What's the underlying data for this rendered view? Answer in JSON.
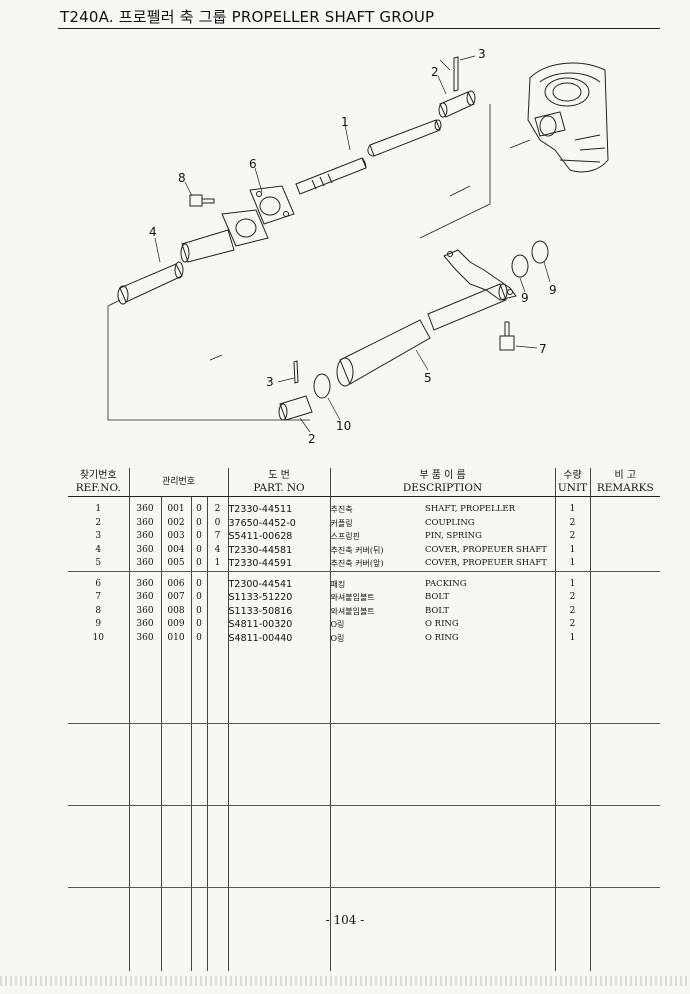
{
  "title": "T240A. 프로펠러 축 그룹 PROPELLER SHAFT GROUP",
  "callouts": {
    "c1": "1",
    "c2a": "2",
    "c3a": "3",
    "c4": "4",
    "c6": "6",
    "c8": "8",
    "c9a": "9",
    "c9b": "9",
    "c7": "7",
    "c5": "5",
    "c3b": "3",
    "c10": "10",
    "c2b": "2"
  },
  "table": {
    "headers": {
      "ref_ko": "찾기번호",
      "ref_en": "REF.NO.",
      "mgmt_ko": "관리번호",
      "part_ko": "도 번",
      "part_en": "PART. NO",
      "desc_ko": "부 품 이 름",
      "desc_en": "DESCRIPTION",
      "unit_ko": "수량",
      "unit_en": "UNIT",
      "rem_ko": "비 고",
      "rem_en": "REMARKS"
    },
    "rows": [
      {
        "ref": "1",
        "m1": "360",
        "m2": "001",
        "m3": "0",
        "m4": "2",
        "part": "T2330-44511",
        "kr": "추진축",
        "en": "SHAFT, PROPELLER",
        "unit": "1"
      },
      {
        "ref": "2",
        "m1": "360",
        "m2": "002",
        "m3": "0",
        "m4": "0",
        "part": "37650-4452-0",
        "kr": "커플링",
        "en": "COUPLING",
        "unit": "2"
      },
      {
        "ref": "3",
        "m1": "360",
        "m2": "003",
        "m3": "0",
        "m4": "7",
        "part": "S5411-00628",
        "kr": "스프링핀",
        "en": "PIN, SPRING",
        "unit": "2"
      },
      {
        "ref": "4",
        "m1": "360",
        "m2": "004",
        "m3": "0",
        "m4": "4",
        "part": "T2330-44581",
        "kr": "추진축 커버(뒤)",
        "en": "COVER, PROPEUER SHAFT",
        "unit": "1"
      },
      {
        "ref": "5",
        "m1": "360",
        "m2": "005",
        "m3": "0",
        "m4": "1",
        "part": "T2330-44591",
        "kr": "추진축 커버(앞)",
        "en": "COVER, PROPEUER SHAFT",
        "unit": "1"
      },
      {
        "ref": "6",
        "m1": "360",
        "m2": "006",
        "m3": "0",
        "m4": "",
        "part": "T2300-44541",
        "kr": "패킹",
        "en": "PACKING",
        "unit": "1"
      },
      {
        "ref": "7",
        "m1": "360",
        "m2": "007",
        "m3": "0",
        "m4": "",
        "part": "S1133-51220",
        "kr": "와셔붙임볼트",
        "en": "BOLT",
        "unit": "2"
      },
      {
        "ref": "8",
        "m1": "360",
        "m2": "008",
        "m3": "0",
        "m4": "",
        "part": "S1133-50816",
        "kr": "와셔붙임볼트",
        "en": "BOLT",
        "unit": "2"
      },
      {
        "ref": "9",
        "m1": "360",
        "m2": "009",
        "m3": "0",
        "m4": "",
        "part": "S4811-00320",
        "kr": "O링",
        "en": "O RING",
        "unit": "2"
      },
      {
        "ref": "10",
        "m1": "360",
        "m2": "010",
        "m3": "0",
        "m4": "",
        "part": "S4811-00440",
        "kr": "O링",
        "en": "O RING",
        "unit": "1"
      }
    ]
  },
  "page_number": "- 104 -"
}
